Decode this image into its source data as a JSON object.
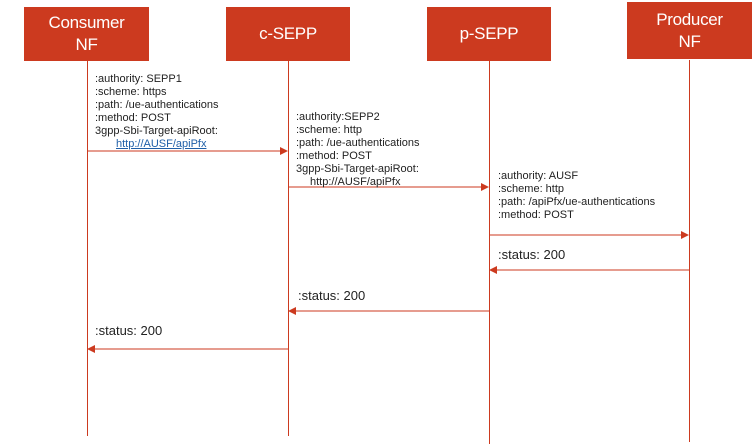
{
  "actors": {
    "consumer": {
      "line1": "Consumer",
      "line2": "NF"
    },
    "csepp": {
      "label": "c-SEPP"
    },
    "psepp": {
      "label": "p-SEPP"
    },
    "producer": {
      "line1": "Producer",
      "line2": "NF"
    }
  },
  "messages": {
    "m1": {
      "authority": ":authority: SEPP1",
      "scheme": ":scheme: https",
      "path": ":path: /ue-authentications",
      "method": ":method: POST",
      "apiroot": "3gpp-Sbi-Target-apiRoot:",
      "apiroot_value": "http://AUSF/apiPfx"
    },
    "m2": {
      "authority": ":authority:SEPP2",
      "scheme": ":scheme: http",
      "path": ":path: /ue-authentications",
      "method": ":method: POST",
      "apiroot": "3gpp-Sbi-Target-apiRoot:",
      "apiroot_value": "http://AUSF/apiPfx"
    },
    "m3": {
      "authority": ":authority: AUSF",
      "scheme": ":scheme: http",
      "path": ":path: /apiPfx/ue-authentications",
      "method": ":method: POST"
    },
    "r1": ":status: 200",
    "r2": ":status: 200",
    "r3": ":status: 200"
  },
  "colors": {
    "accent": "#cc3a1f",
    "link": "#1f5fa8"
  }
}
